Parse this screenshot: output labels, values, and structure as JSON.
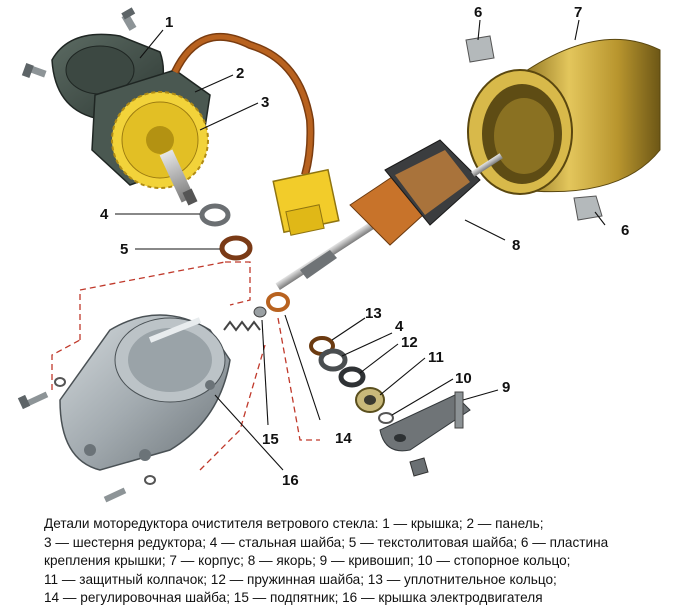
{
  "callouts": {
    "c1": "1",
    "c2": "2",
    "c3": "3",
    "c4a": "4",
    "c5": "5",
    "c6a": "6",
    "c7": "7",
    "c6b": "6",
    "c8": "8",
    "c13": "13",
    "c4b": "4",
    "c12": "12",
    "c11": "11",
    "c10": "10",
    "c9": "9",
    "c14": "14",
    "c15": "15",
    "c16": "16"
  },
  "caption": {
    "line1": "Детали моторедуктора очистителя ветрового стекла: 1 — крышка; 2 — панель;",
    "line2": "3 — шестерня редуктора; 4 — стальная шайба; 5 — текстолитовая шайба; 6 — пластина",
    "line3": "крепления крышки; 7 — корпус; 8 — якорь; 9 — кривошип; 10 — стопорное кольцо;",
    "line4": "11 — защитный колпачок; 12 — пружинная шайба; 13 — уплотнительное кольцо;",
    "line5": "14 — регулировочная шайба; 15 — подпятник; 16 — крышка электродвигателя"
  },
  "colors": {
    "housing_gray": "#9aa3a8",
    "brass": "#c9a43a",
    "gear_yellow": "#f2d33a",
    "connector_yellow": "#f2cc2a",
    "wire_brown": "#b8621f",
    "copper": "#c8732a",
    "dash_red": "#c0392b"
  }
}
